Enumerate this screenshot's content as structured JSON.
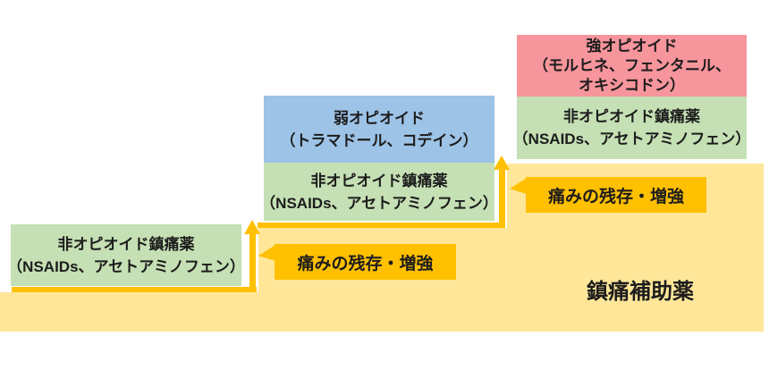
{
  "colors": {
    "box_green": "#C5E0B4",
    "box_blue": "#9DC3E6",
    "box_red": "#F7959C",
    "amber_accent": "#FFC000",
    "background_yellow": "#FFE699",
    "text": "#1C1C1C"
  },
  "ladder": {
    "step1": {
      "non_opioid": {
        "lines": [
          "非オピオイド鎮痛薬",
          "（NSAIDs、アセトアミノフェン）"
        ]
      }
    },
    "step2": {
      "weak_opioid": {
        "lines": [
          "弱オピオイド",
          "（トラマドール、コデイン）"
        ]
      },
      "non_opioid": {
        "lines": [
          "非オピオイド鎮痛薬",
          "（NSAIDs、アセトアミノフェン）"
        ]
      }
    },
    "step3": {
      "strong_opioid": {
        "lines": [
          "強オピオイド",
          "（モルヒネ、フェンタニル、",
          "オキシコドン）"
        ]
      },
      "non_opioid": {
        "lines": [
          "非オピオイド鎮痛薬",
          "（NSAIDs、アセトアミノフェン）"
        ]
      }
    }
  },
  "callouts": {
    "step1_to_step2": "痛みの残存・増強",
    "step2_to_step3": "痛みの残存・増強"
  },
  "background_area": {
    "label": "鎮痛補助薬"
  }
}
